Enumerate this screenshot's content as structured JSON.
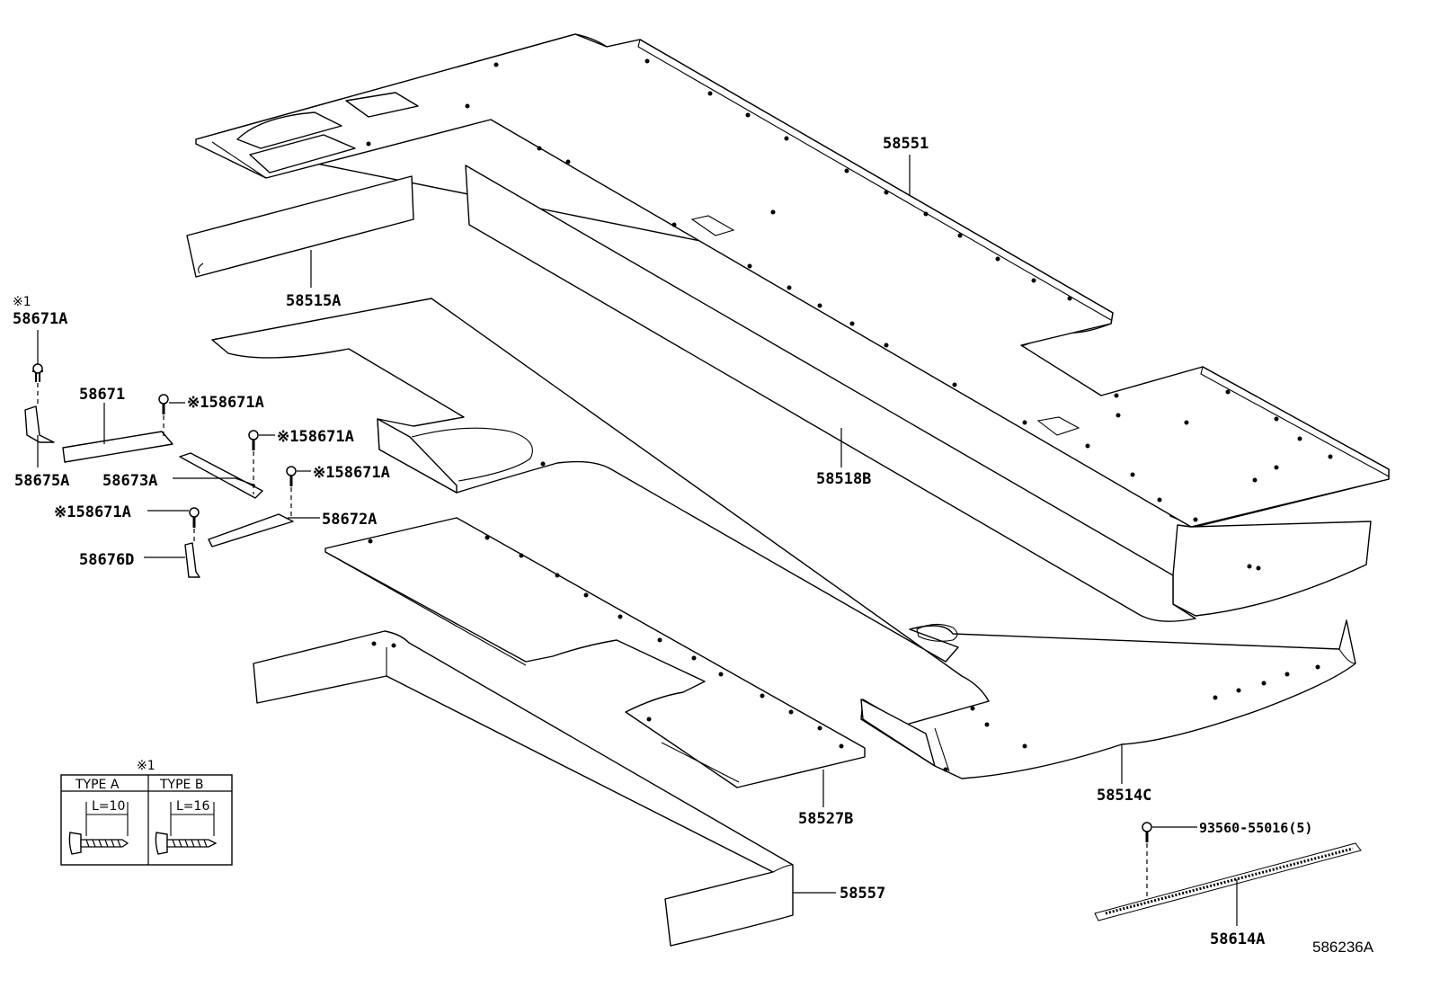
{
  "callouts": {
    "p58551": "58551",
    "p58515A": "58515A",
    "p58518B": "58518B",
    "p58514C": "58514C",
    "p58527B": "58527B",
    "p58557": "58557",
    "p58614A": "58614A",
    "p93560": "93560-55016(5)",
    "p58671": "58671",
    "p58671A_top": "58671A",
    "p58671A_top_mark": "※1",
    "p58671A_b": "※158671A",
    "p58671A_c": "※158671A",
    "p58671A_d": "※158671A",
    "p58671A_e": "※158671A",
    "p58675A": "58675A",
    "p58673A": "58673A",
    "p58672A": "58672A",
    "p58676D": "58676D"
  },
  "legend": {
    "mark": "※1",
    "type_a": "TYPE A",
    "type_b": "TYPE B",
    "len_a": "L=10",
    "len_b": "L=16"
  },
  "figure_id": "586236A"
}
